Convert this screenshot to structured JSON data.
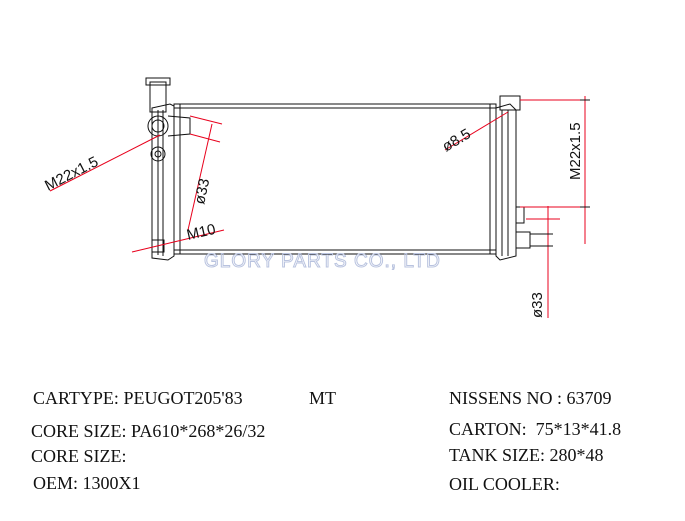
{
  "drawing": {
    "watermark": "GLORY PARTS CO., LTD",
    "dimensions": {
      "left_thread": "M22x1.5",
      "left_pipe_dia": "ø33",
      "left_drain": "M10",
      "right_bolt": "ø8.5",
      "right_thread": "M22x1.5",
      "right_pipe_dia": "ø33"
    },
    "colors": {
      "line": "#111111",
      "dimension": "#e8001c",
      "watermark": "#b9c3df"
    }
  },
  "specs": {
    "cartype_label": "CARTYPE:",
    "cartype_value": "PEUGOT205'83",
    "transmission": "MT",
    "core_size_label": "CORE SIZE:",
    "core_size_value": "PA610*268*26/32",
    "core_size2_label": "CORE SIZE:",
    "core_size2_value": "",
    "oem_label": "OEM:",
    "oem_value": "1300X1",
    "nissens_label": "NISSENS NO :",
    "nissens_value": "63709",
    "carton_label": "CARTON:",
    "carton_value": "75*13*41.8",
    "tank_size_label": "TANK SIZE:",
    "tank_size_value": "280*48",
    "oil_cooler_label": "OIL COOLER:",
    "oil_cooler_value": ""
  }
}
